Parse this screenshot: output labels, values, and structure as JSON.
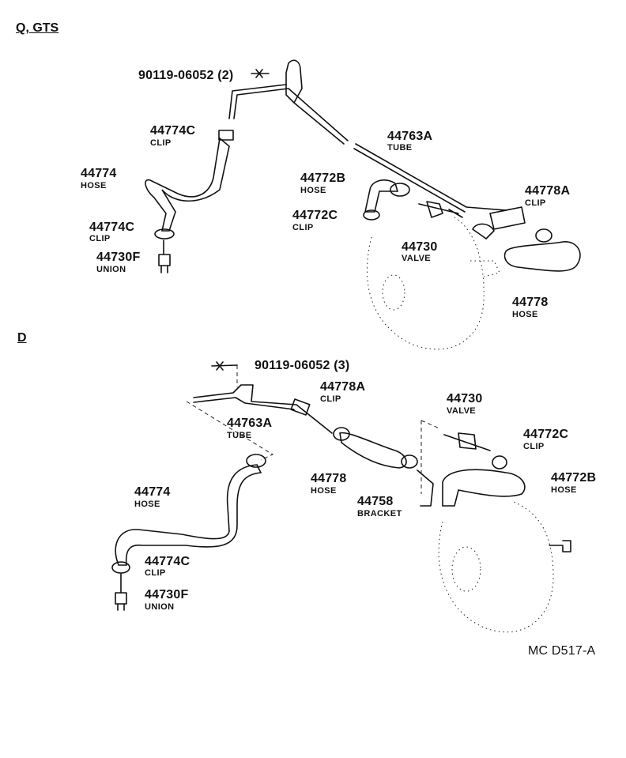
{
  "sections": {
    "top": "Q, GTS",
    "bottom": "D"
  },
  "top_parts": {
    "bolt": {
      "number": "90119-06052 (2)"
    },
    "clip_upper": {
      "number": "44774C",
      "name": "CLIP"
    },
    "hose": {
      "number": "44774",
      "name": "HOSE"
    },
    "clip_lower": {
      "number": "44774C",
      "name": "CLIP"
    },
    "union": {
      "number": "44730F",
      "name": "UNION"
    },
    "tube": {
      "number": "44763A",
      "name": "TUBE"
    },
    "hose_b": {
      "number": "44772B",
      "name": "HOSE"
    },
    "clip_c": {
      "number": "44772C",
      "name": "CLIP"
    },
    "valve": {
      "number": "44730",
      "name": "VALVE"
    },
    "clip_a": {
      "number": "44778A",
      "name": "CLIP"
    },
    "hose_778": {
      "number": "44778",
      "name": "HOSE"
    }
  },
  "bottom_parts": {
    "bolt": {
      "number": "90119-06052 (3)"
    },
    "tube": {
      "number": "44763A",
      "name": "TUBE"
    },
    "clip_a": {
      "number": "44778A",
      "name": "CLIP"
    },
    "hose_778": {
      "number": "44778",
      "name": "HOSE"
    },
    "valve": {
      "number": "44730",
      "name": "VALVE"
    },
    "clip_c": {
      "number": "44772C",
      "name": "CLIP"
    },
    "hose_b": {
      "number": "44772B",
      "name": "HOSE"
    },
    "bracket": {
      "number": "44758",
      "name": "BRACKET"
    },
    "hose": {
      "number": "44774",
      "name": "HOSE"
    },
    "clip": {
      "number": "44774C",
      "name": "CLIP"
    },
    "union": {
      "number": "44730F",
      "name": "UNION"
    }
  },
  "drawing_code": "MC  D517-A"
}
